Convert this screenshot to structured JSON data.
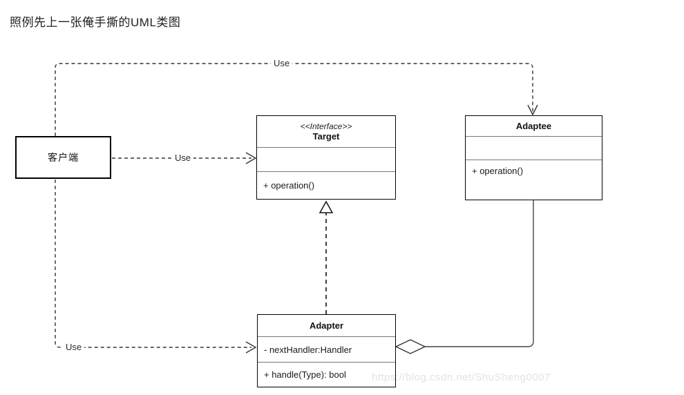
{
  "page": {
    "title": "照例先上一张俺手撕的UML类图"
  },
  "diagram": {
    "type": "uml-class-diagram",
    "classes": {
      "client": {
        "name": "客户端"
      },
      "target": {
        "stereotype": "<<Interface>>",
        "name": "Target",
        "attributes": "",
        "method": "+ operation()"
      },
      "adaptee": {
        "name": "Adaptee",
        "attributes": "",
        "method": "+ operation()"
      },
      "adapter": {
        "name": "Adapter",
        "attribute": "- nextHandler:Handler",
        "method": "+ handle(Type): bool"
      }
    },
    "edges": {
      "client_to_adaptee": {
        "label": "Use",
        "style": "dashed-open-arrow"
      },
      "client_to_target": {
        "label": "Use",
        "style": "dashed-open-arrow"
      },
      "client_to_adapter": {
        "label": "Use",
        "style": "dashed-open-arrow"
      },
      "adapter_to_target": {
        "style": "dashed-hollow-triangle-realization"
      },
      "adapter_to_adaptee": {
        "style": "solid-hollow-diamond-aggregation"
      }
    },
    "colors": {
      "line": "#333333",
      "box_border": "#000000",
      "background": "#ffffff",
      "watermark": "#e3e3e3"
    },
    "watermark": "https://blog.csdn.net/ShuSheng0007"
  }
}
